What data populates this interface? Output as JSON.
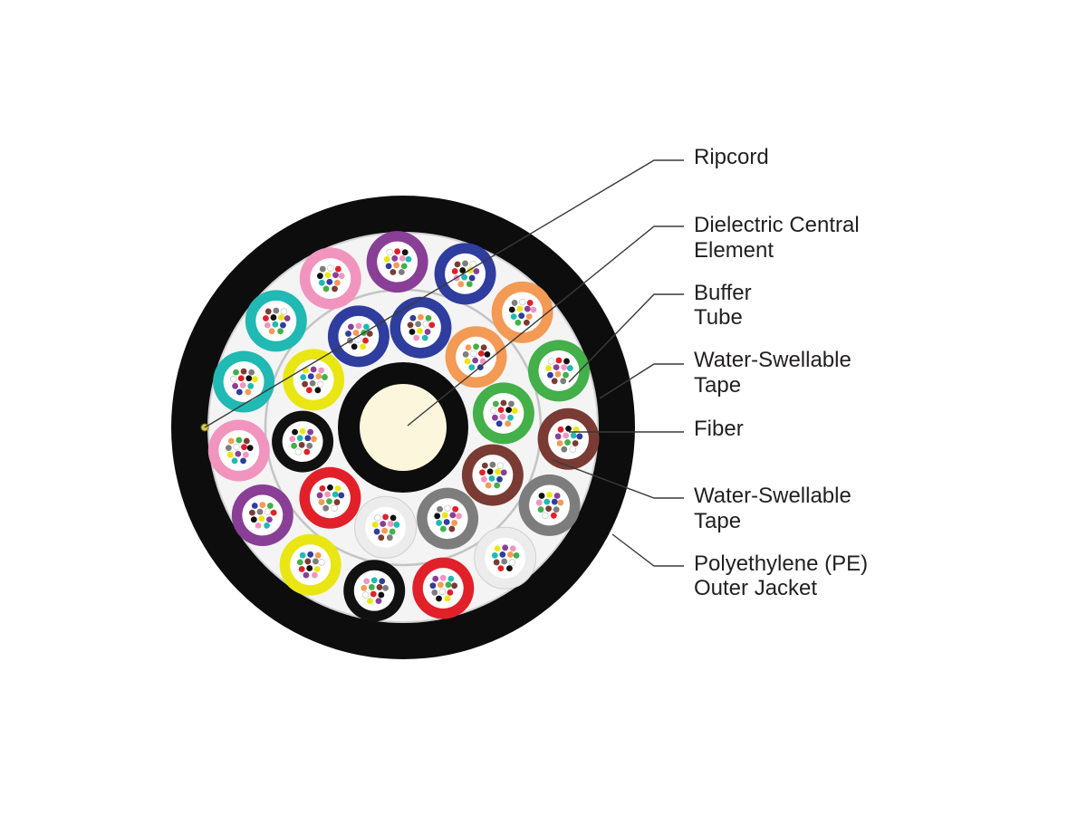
{
  "diagram": {
    "labels": {
      "ripcord": "Ripcord",
      "central_element_line1": "Dielectric Central",
      "central_element_line2": "Element",
      "buffer_tube_line1": "Buffer",
      "buffer_tube_line2": "Tube",
      "tape_outer_line1": "Water-Swellable",
      "tape_outer_line2": "Tape",
      "fiber": "Fiber",
      "tape_inner_line1": "Water-Swellable",
      "tape_inner_line2": "Tape",
      "jacket_line1": "Polyethylene (PE)",
      "jacket_line2": "Outer Jacket"
    },
    "colors": {
      "jacket": "#0d0d0d",
      "tape": "#f4f4f4",
      "central_element_core": "#fbf6dc",
      "central_element_ring": "#0d0d0d"
    },
    "tube_colors": {
      "blue": "#2e3d9e",
      "orange": "#f39a55",
      "green": "#43b04a",
      "brown": "#7a3b34",
      "slate": "#7d7d7d",
      "white": "#ececec",
      "red": "#e2202a",
      "black": "#111111",
      "yellow": "#e9e614",
      "violet": "#8a3f97",
      "rose": "#f195be",
      "aqua": "#21b9b3"
    },
    "inner_ring_tubes": [
      "blue",
      "orange",
      "green",
      "brown",
      "slate",
      "white",
      "red",
      "black",
      "yellow",
      "blue"
    ],
    "outer_ring_tubes": [
      "blue",
      "orange",
      "green",
      "brown",
      "slate",
      "white",
      "red",
      "black",
      "yellow",
      "violet",
      "rose",
      "aqua",
      "aqua",
      "rose",
      "violet"
    ],
    "fiber_colors": [
      "#2e3d9e",
      "#f39a55",
      "#43b04a",
      "#7a3b34",
      "#7d7d7d",
      "#ffffff",
      "#e2202a",
      "#111111",
      "#e9e614",
      "#8a3f97",
      "#f195be",
      "#21b9b3"
    ]
  }
}
